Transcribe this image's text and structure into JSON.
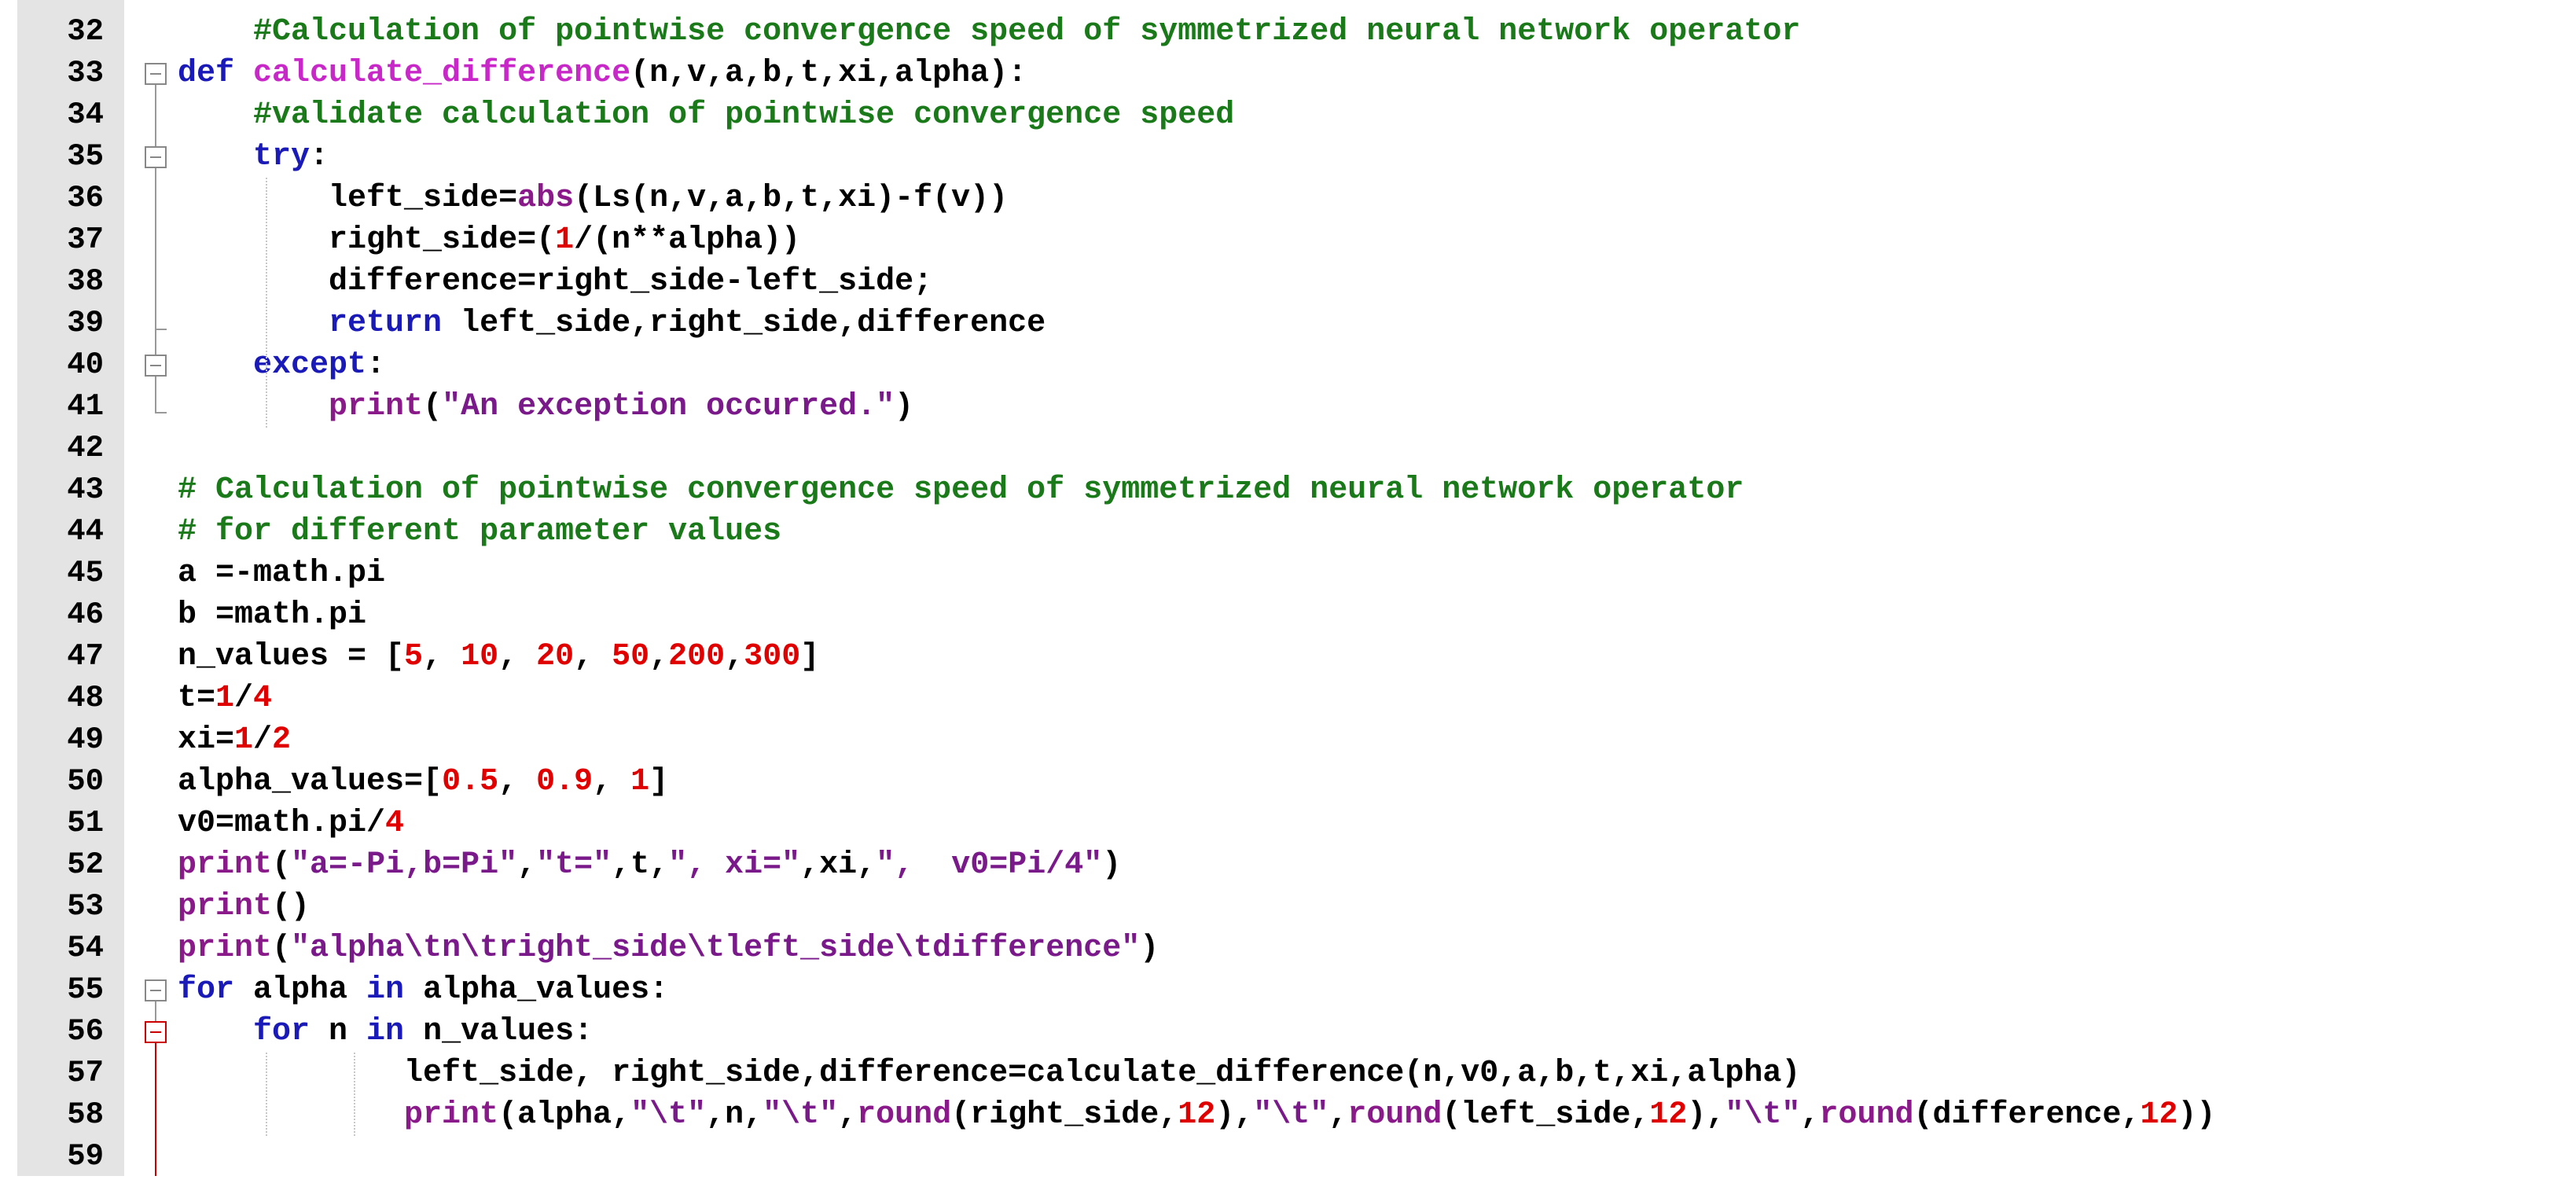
{
  "editor": {
    "lines": [
      {
        "num": "32",
        "segs": [
          {
            "t": "    "
          },
          {
            "t": "#Calculation of pointwise convergence speed of symmetrized neural network operator",
            "c": "cm"
          }
        ]
      },
      {
        "num": "33",
        "segs": [
          {
            "t": "def ",
            "c": "def"
          },
          {
            "t": "calculate_difference",
            "c": "fn"
          },
          {
            "t": "(n,v,a,b,t,xi,alpha):"
          }
        ]
      },
      {
        "num": "34",
        "segs": [
          {
            "t": "    "
          },
          {
            "t": "#validate calculation of pointwise convergence speed",
            "c": "cm"
          }
        ]
      },
      {
        "num": "35",
        "segs": [
          {
            "t": "    "
          },
          {
            "t": "try",
            "c": "kw"
          },
          {
            "t": ":"
          }
        ]
      },
      {
        "num": "36",
        "segs": [
          {
            "t": "        left_side="
          },
          {
            "t": "abs",
            "c": "bi"
          },
          {
            "t": "(Ls(n,v,a,b,t,xi)-f(v))"
          }
        ]
      },
      {
        "num": "37",
        "segs": [
          {
            "t": "        right_side=("
          },
          {
            "t": "1",
            "c": "num"
          },
          {
            "t": "/(n**alpha))"
          }
        ]
      },
      {
        "num": "38",
        "segs": [
          {
            "t": "        difference=right_side-left_side;"
          }
        ]
      },
      {
        "num": "39",
        "segs": [
          {
            "t": "        "
          },
          {
            "t": "return",
            "c": "kw"
          },
          {
            "t": " left_side,right_side,difference"
          }
        ]
      },
      {
        "num": "40",
        "segs": [
          {
            "t": "    "
          },
          {
            "t": "except",
            "c": "kw"
          },
          {
            "t": ":"
          }
        ]
      },
      {
        "num": "41",
        "segs": [
          {
            "t": "        "
          },
          {
            "t": "print",
            "c": "bi"
          },
          {
            "t": "("
          },
          {
            "t": "\"An exception occurred.\"",
            "c": "str"
          },
          {
            "t": ")"
          }
        ]
      },
      {
        "num": "42",
        "segs": [
          {
            "t": ""
          }
        ]
      },
      {
        "num": "43",
        "segs": [
          {
            "t": "# Calculation of pointwise convergence speed of symmetrized neural network operator",
            "c": "cm"
          }
        ]
      },
      {
        "num": "44",
        "segs": [
          {
            "t": "# for different parameter values",
            "c": "cm"
          }
        ]
      },
      {
        "num": "45",
        "segs": [
          {
            "t": "a =-math.pi"
          }
        ]
      },
      {
        "num": "46",
        "segs": [
          {
            "t": "b =math.pi"
          }
        ]
      },
      {
        "num": "47",
        "segs": [
          {
            "t": "n_values = ["
          },
          {
            "t": "5",
            "c": "num"
          },
          {
            "t": ", "
          },
          {
            "t": "10",
            "c": "num"
          },
          {
            "t": ", "
          },
          {
            "t": "20",
            "c": "num"
          },
          {
            "t": ", "
          },
          {
            "t": "50",
            "c": "num"
          },
          {
            "t": ","
          },
          {
            "t": "200",
            "c": "num"
          },
          {
            "t": ","
          },
          {
            "t": "300",
            "c": "num"
          },
          {
            "t": "]"
          }
        ]
      },
      {
        "num": "48",
        "segs": [
          {
            "t": "t="
          },
          {
            "t": "1",
            "c": "num"
          },
          {
            "t": "/"
          },
          {
            "t": "4",
            "c": "num"
          }
        ]
      },
      {
        "num": "49",
        "segs": [
          {
            "t": "xi="
          },
          {
            "t": "1",
            "c": "num"
          },
          {
            "t": "/"
          },
          {
            "t": "2",
            "c": "num"
          }
        ]
      },
      {
        "num": "50",
        "segs": [
          {
            "t": "alpha_values=["
          },
          {
            "t": "0.5",
            "c": "num"
          },
          {
            "t": ", "
          },
          {
            "t": "0.9",
            "c": "num"
          },
          {
            "t": ", "
          },
          {
            "t": "1",
            "c": "num"
          },
          {
            "t": "]"
          }
        ]
      },
      {
        "num": "51",
        "segs": [
          {
            "t": "v0=math.pi/"
          },
          {
            "t": "4",
            "c": "num"
          }
        ]
      },
      {
        "num": "52",
        "segs": [
          {
            "t": "print",
            "c": "bi"
          },
          {
            "t": "("
          },
          {
            "t": "\"a=-Pi,b=Pi\"",
            "c": "str"
          },
          {
            "t": ","
          },
          {
            "t": "\"t=\"",
            "c": "str"
          },
          {
            "t": ",t,"
          },
          {
            "t": "\", xi=\"",
            "c": "str"
          },
          {
            "t": ",xi,"
          },
          {
            "t": "\",  v0=Pi/4\"",
            "c": "str"
          },
          {
            "t": ")"
          }
        ]
      },
      {
        "num": "53",
        "segs": [
          {
            "t": "print",
            "c": "bi"
          },
          {
            "t": "()"
          }
        ]
      },
      {
        "num": "54",
        "segs": [
          {
            "t": "print",
            "c": "bi"
          },
          {
            "t": "("
          },
          {
            "t": "\"alpha\\tn\\tright_side\\tleft_side\\tdifference\"",
            "c": "str"
          },
          {
            "t": ")"
          }
        ]
      },
      {
        "num": "55",
        "segs": [
          {
            "t": "for",
            "c": "kw"
          },
          {
            "t": " alpha "
          },
          {
            "t": "in",
            "c": "kw"
          },
          {
            "t": " alpha_values:"
          }
        ]
      },
      {
        "num": "56",
        "segs": [
          {
            "t": "    "
          },
          {
            "t": "for",
            "c": "kw"
          },
          {
            "t": " n "
          },
          {
            "t": "in",
            "c": "kw"
          },
          {
            "t": " n_values:"
          }
        ]
      },
      {
        "num": "57",
        "segs": [
          {
            "t": "            left_side, right_side,difference=calculate_difference(n,v0,a,b,t,xi,alpha)"
          }
        ]
      },
      {
        "num": "58",
        "segs": [
          {
            "t": "            "
          },
          {
            "t": "print",
            "c": "bi"
          },
          {
            "t": "(alpha,"
          },
          {
            "t": "\"\\t\"",
            "c": "str"
          },
          {
            "t": ",n,"
          },
          {
            "t": "\"\\t\"",
            "c": "str"
          },
          {
            "t": ","
          },
          {
            "t": "round",
            "c": "bi"
          },
          {
            "t": "(right_side,"
          },
          {
            "t": "12",
            "c": "num"
          },
          {
            "t": "),"
          },
          {
            "t": "\"\\t\"",
            "c": "str"
          },
          {
            "t": ","
          },
          {
            "t": "round",
            "c": "bi"
          },
          {
            "t": "(left_side,"
          },
          {
            "t": "12",
            "c": "num"
          },
          {
            "t": "),"
          },
          {
            "t": "\"\\t\"",
            "c": "str"
          },
          {
            "t": ","
          },
          {
            "t": "round",
            "c": "bi"
          },
          {
            "t": "(difference,"
          },
          {
            "t": "12",
            "c": "num"
          },
          {
            "t": "))"
          }
        ]
      },
      {
        "num": "59",
        "segs": [
          {
            "t": ""
          }
        ]
      }
    ],
    "colors": {
      "keyword": "#1a1ab8",
      "comment": "#1a7a1a",
      "function_name": "#c928c9",
      "builtin": "#8a1a8a",
      "number": "#e00000",
      "string": "#7a1a8a",
      "gutter": "#e4e4e4",
      "fold_active": "#cc0000"
    }
  }
}
